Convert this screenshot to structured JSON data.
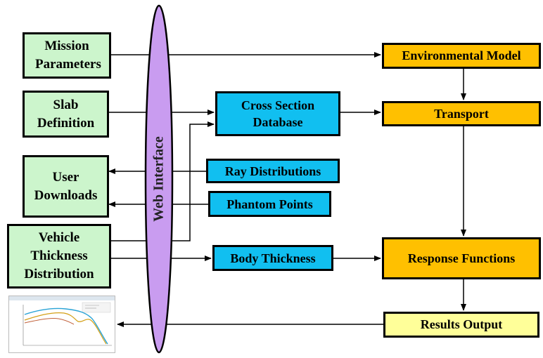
{
  "inputs": {
    "mission_parameters": "Mission Parameters",
    "slab_definition": "Slab Definition",
    "user_downloads": "User Downloads",
    "vehicle_thickness_distribution": "Vehicle Thickness Distribution"
  },
  "web_interface": "Web Interface",
  "databases": {
    "cross_section_database": "Cross Section Database",
    "ray_distributions": "Ray Distributions",
    "phantom_points": "Phantom Points",
    "body_thickness": "Body Thickness"
  },
  "pipeline": {
    "environmental_model": "Environmental Model",
    "transport": "Transport",
    "response_functions": "Response Functions",
    "results_output": "Results Output"
  },
  "colors": {
    "green_box": "#ccf5cc",
    "blue_box": "#11bff0",
    "orange_box": "#ffc000",
    "yellow_box": "#ffff99",
    "ellipse": "#c99cf0"
  }
}
